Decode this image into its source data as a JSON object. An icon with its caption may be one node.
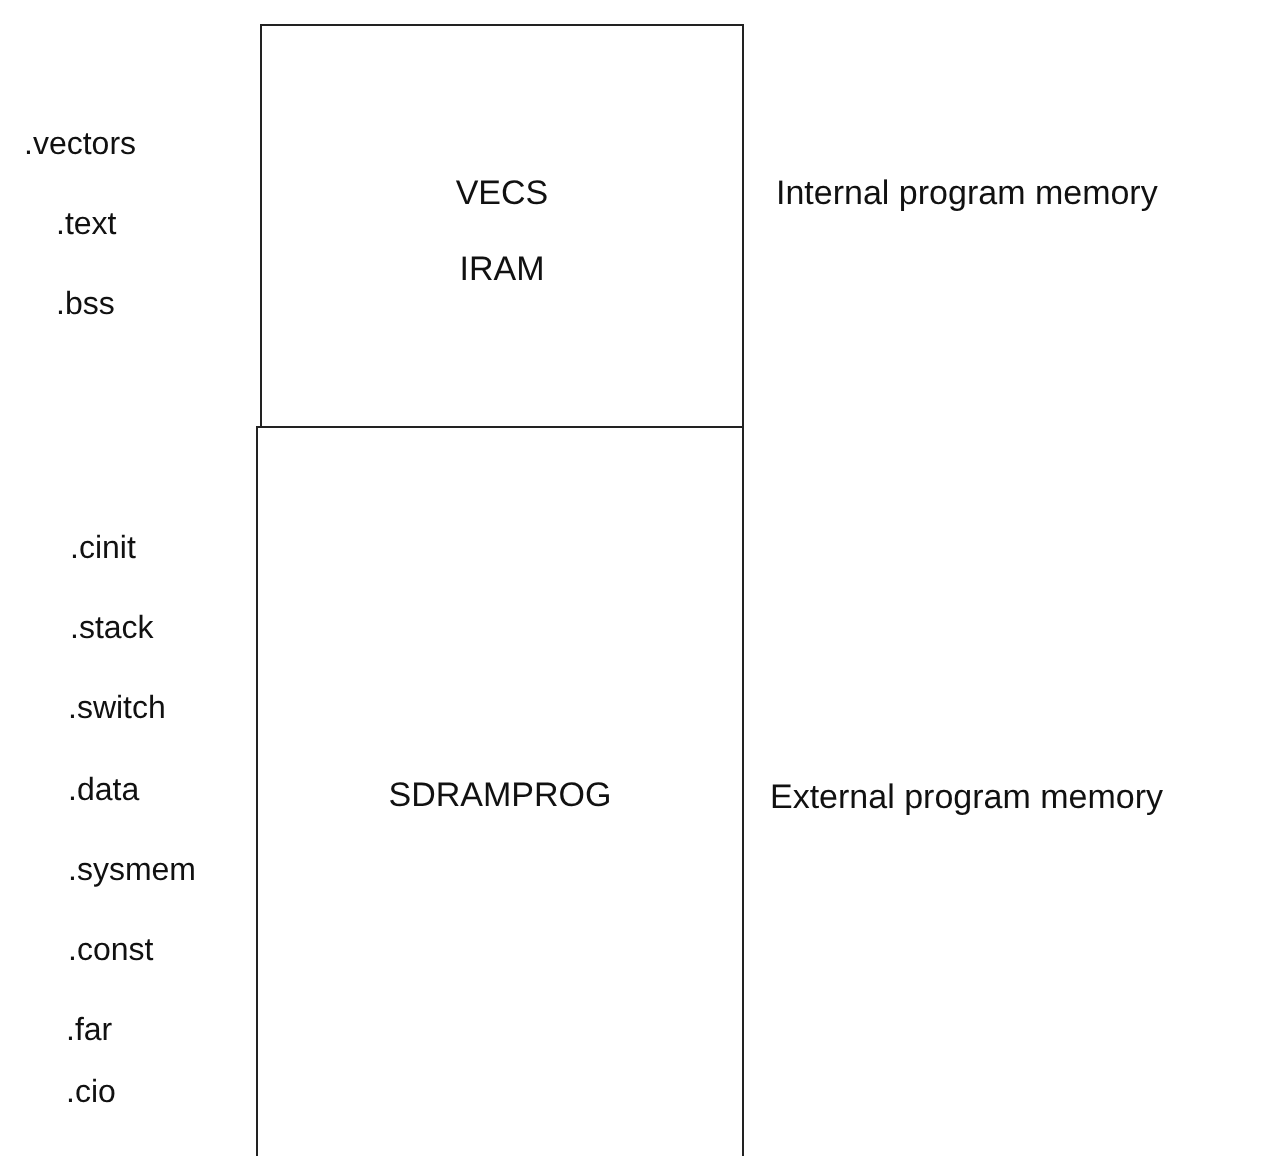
{
  "diagram": {
    "nodes": [
      {
        "text": [
          "VECS",
          "IRAM"
        ],
        "beside": [
          ".vectors",
          ".text",
          ".bss",
          "Internal program memory"
        ]
      },
      {
        "text": [
          "SDRAMPROG"
        ],
        "beside": [
          ".cinit",
          ".stack",
          ".switch",
          ".data",
          ".sysmem",
          ".const",
          ".far",
          ".cio",
          "External program memory"
        ]
      }
    ]
  }
}
